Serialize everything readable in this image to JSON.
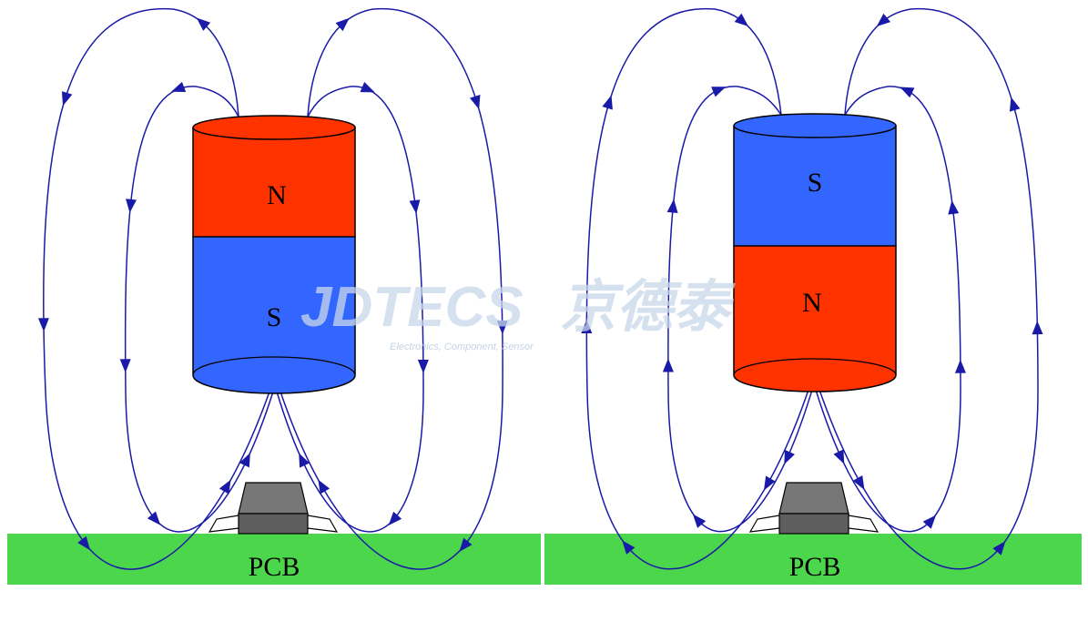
{
  "panels": [
    {
      "top_pole": "N",
      "bottom_pole": "S",
      "pcb": "PCB",
      "flow": "down"
    },
    {
      "top_pole": "S",
      "bottom_pole": "N",
      "pcb": "PCB",
      "flow": "up"
    }
  ],
  "watermark": {
    "brand": "JDTECS",
    "brand_cn": "京德泰",
    "tagline": "Electronics, Component, Sensor"
  },
  "colors": {
    "north": "#ff3300",
    "south": "#3366ff",
    "pcb": "#4cd64c",
    "chip": "#6b6b6b",
    "field_line": "#1a1aa8"
  }
}
